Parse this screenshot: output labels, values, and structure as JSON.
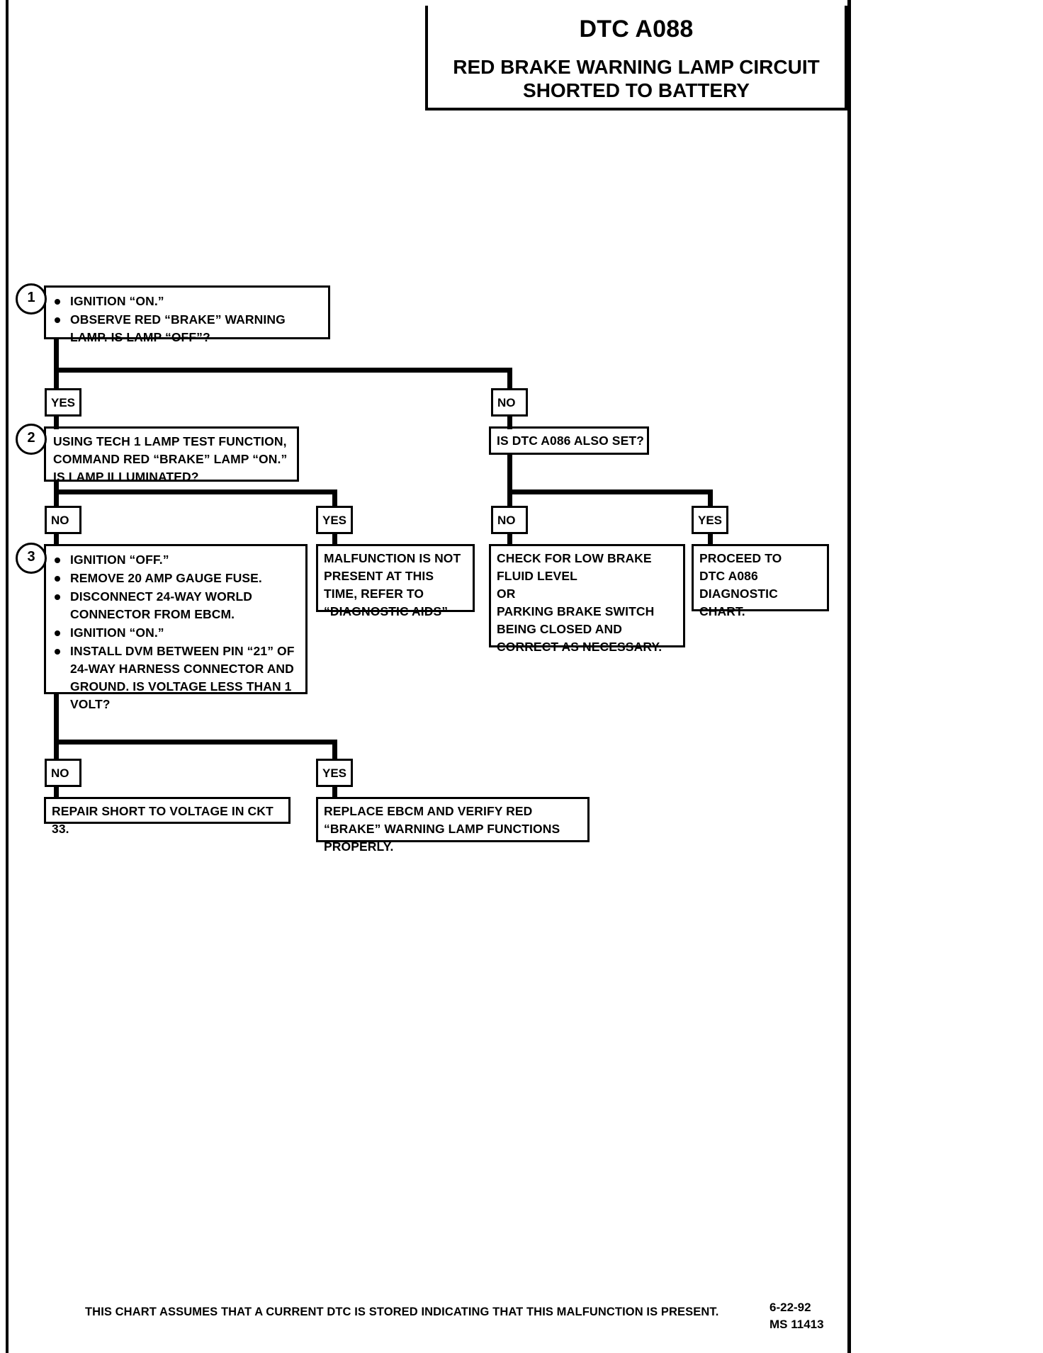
{
  "title": {
    "code": "DTC A088",
    "description_line1": "RED BRAKE WARNING LAMP CIRCUIT",
    "description_line2": "SHORTED TO BATTERY"
  },
  "labels": {
    "yes": "YES",
    "no": "NO"
  },
  "steps": {
    "one": {
      "number": "1",
      "bullets": [
        "IGNITION “ON.”",
        "OBSERVE RED “BRAKE” WARNING LAMP. IS LAMP “OFF”?"
      ]
    },
    "two": {
      "number": "2",
      "text": "USING TECH 1 LAMP TEST FUNCTION, COMMAND RED “BRAKE” LAMP “ON.” IS LAMP ILLUMINATED?"
    },
    "three": {
      "number": "3",
      "bullets": [
        "IGNITION “OFF.”",
        "REMOVE 20 AMP GAUGE FUSE.",
        "DISCONNECT 24-WAY WORLD CONNECTOR FROM EBCM.",
        "IGNITION “ON.”",
        "INSTALL DVM BETWEEN PIN “21” OF 24-WAY HARNESS CONNECTOR  AND GROUND.  IS VOLTAGE LESS THAN 1 VOLT?"
      ]
    }
  },
  "outcomes": {
    "dtc_a086_question": "IS DTC A086 ALSO SET?",
    "malfunction_not_present": "MALFUNCTION IS NOT PRESENT AT THIS TIME, REFER TO  “DIAGNOSTIC AIDS”",
    "check_brake_fluid": "CHECK FOR LOW BRAKE FLUID LEVEL\nOR\nPARKING BRAKE SWITCH BEING CLOSED AND CORRECT AS NECESSARY.",
    "proceed_a086": "PROCEED TO\nDTC A086\nDIAGNOSTIC CHART.",
    "repair_short": "REPAIR SHORT TO VOLTAGE IN CKT 33.",
    "replace_ebcm": "REPLACE EBCM AND VERIFY RED “BRAKE” WARNING LAMP FUNCTIONS PROPERLY."
  },
  "footer": {
    "note": "THIS CHART ASSUMES THAT A CURRENT DTC IS STORED INDICATING THAT THIS MALFUNCTION IS PRESENT.",
    "date": "6-22-92",
    "document_number": "MS 11413"
  }
}
